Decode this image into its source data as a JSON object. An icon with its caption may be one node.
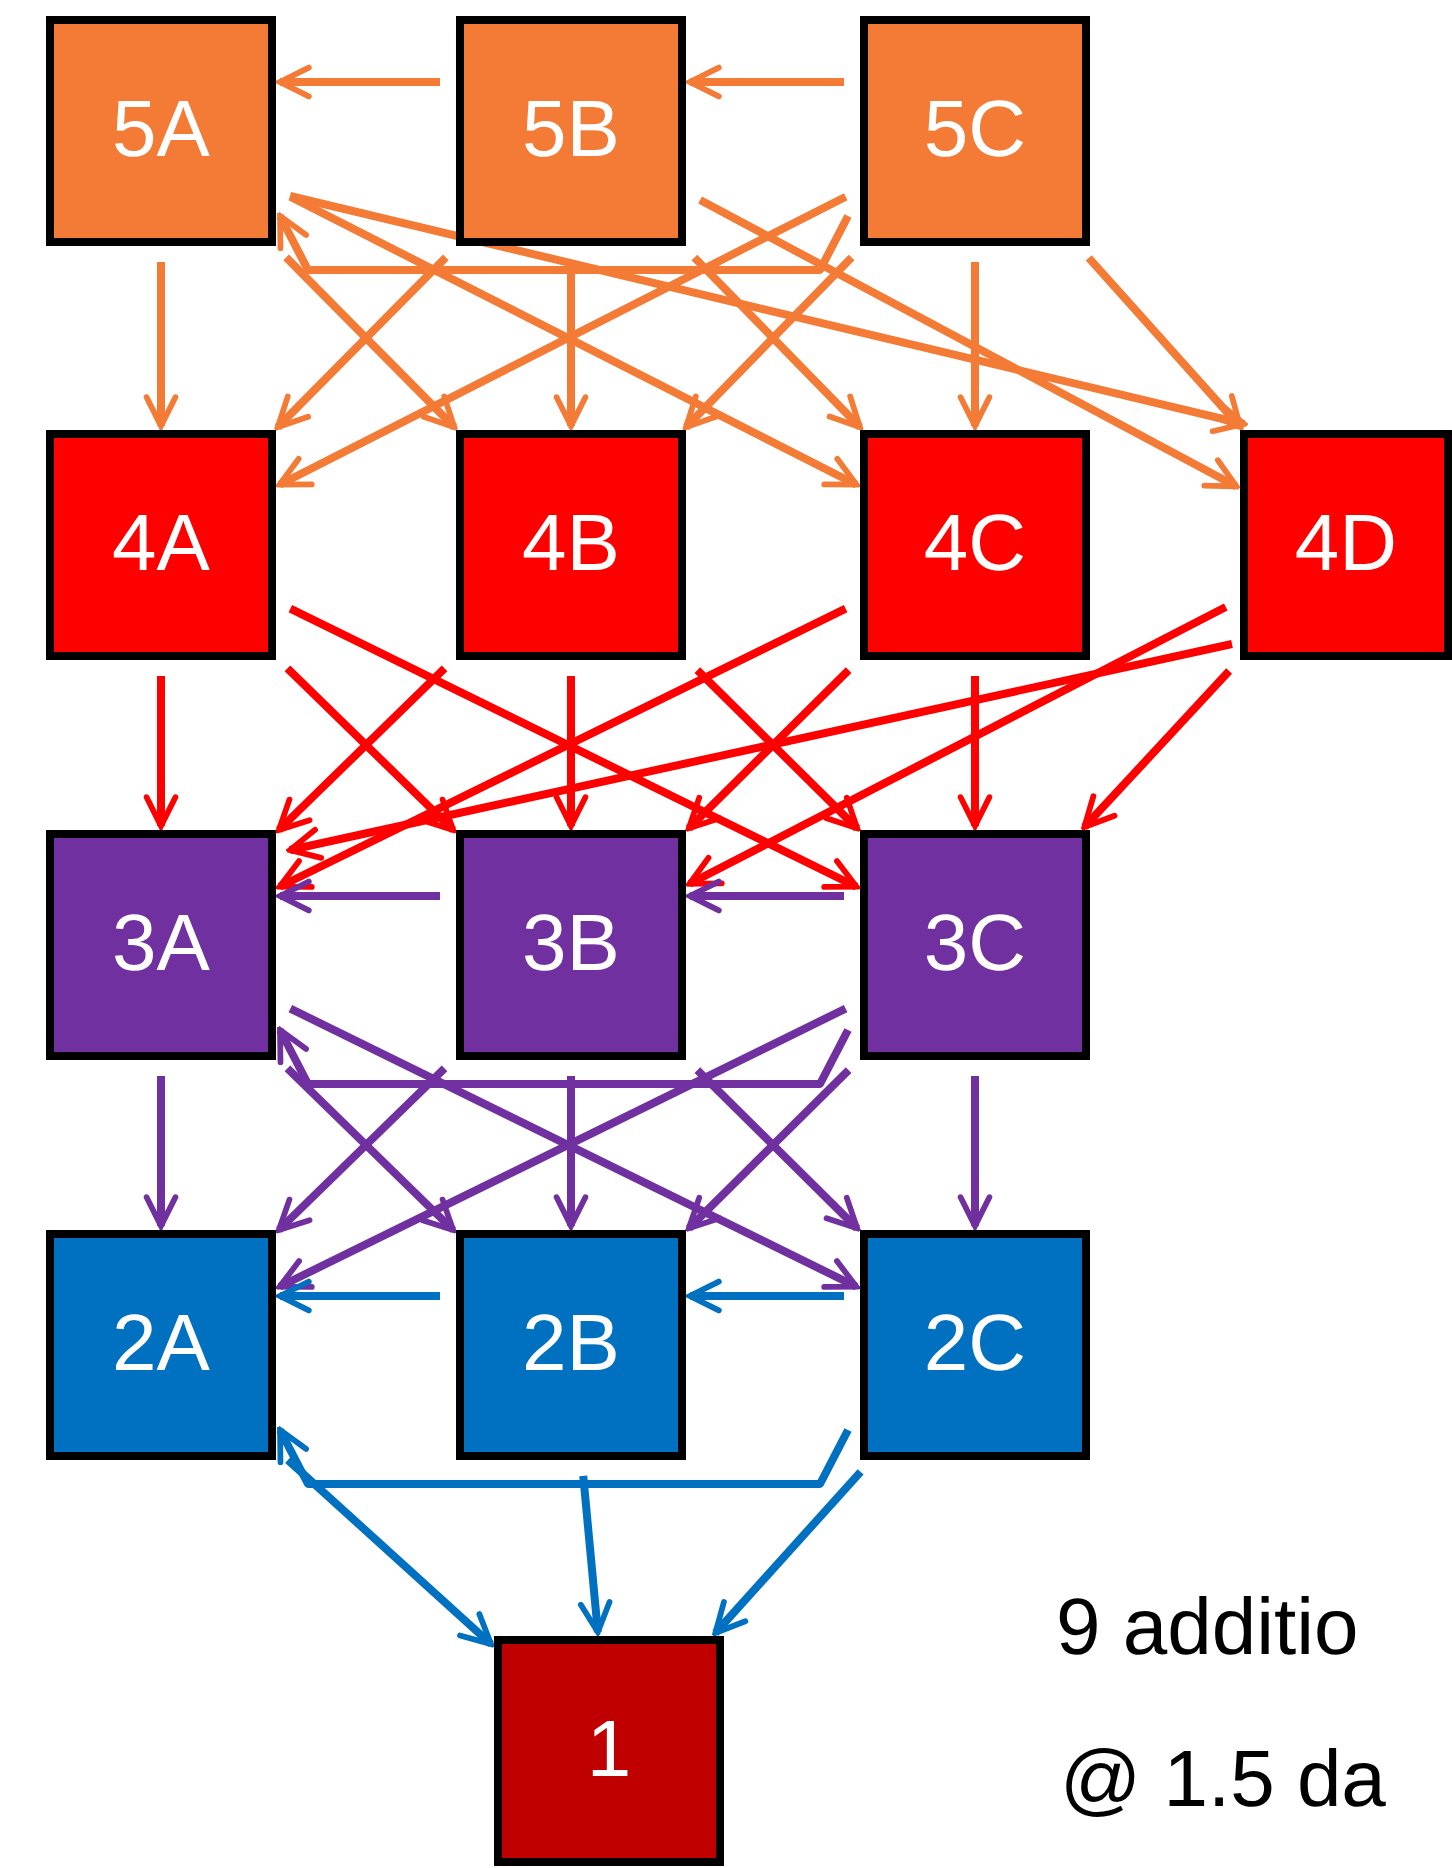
{
  "diagram": {
    "nodes": [
      {
        "text": [
          "5A"
        ]
      },
      {
        "text": [
          "5B"
        ]
      },
      {
        "text": [
          "5C"
        ]
      },
      {
        "text": [
          "4A"
        ]
      },
      {
        "text": [
          "4B"
        ]
      },
      {
        "text": [
          "4C"
        ]
      },
      {
        "text": [
          "4D"
        ]
      },
      {
        "text": [
          "3A"
        ]
      },
      {
        "text": [
          "3B"
        ]
      },
      {
        "text": [
          "3C"
        ]
      },
      {
        "text": [
          "2A"
        ]
      },
      {
        "text": [
          "2B"
        ]
      },
      {
        "text": [
          "2C"
        ]
      },
      {
        "text": [
          "1"
        ]
      }
    ],
    "edges": [
      {
        "from": 1,
        "to": 0,
        "arrow": "to"
      },
      {
        "from": 2,
        "to": 1,
        "arrow": "to"
      },
      {
        "from": 2,
        "to": 0,
        "arrow": "to"
      },
      {
        "from": 0,
        "to": 3,
        "arrow": "to"
      },
      {
        "from": 0,
        "to": 4,
        "arrow": "to"
      },
      {
        "from": 0,
        "to": 5,
        "arrow": "to"
      },
      {
        "from": 0,
        "to": 6,
        "arrow": "to"
      },
      {
        "from": 1,
        "to": 3,
        "arrow": "to"
      },
      {
        "from": 1,
        "to": 4,
        "arrow": "to"
      },
      {
        "from": 1,
        "to": 5,
        "arrow": "to"
      },
      {
        "from": 1,
        "to": 6,
        "arrow": "to"
      },
      {
        "from": 2,
        "to": 3,
        "arrow": "to"
      },
      {
        "from": 2,
        "to": 4,
        "arrow": "to"
      },
      {
        "from": 2,
        "to": 5,
        "arrow": "to"
      },
      {
        "from": 2,
        "to": 6,
        "arrow": "to"
      },
      {
        "from": 3,
        "to": 7,
        "arrow": "to",
        "color": "#ff0000"
      },
      {
        "from": 3,
        "to": 8,
        "arrow": "to",
        "color": "#ff0000"
      },
      {
        "from": 3,
        "to": 9,
        "arrow": "to",
        "color": "#ff0000"
      },
      {
        "from": 4,
        "to": 7,
        "arrow": "to",
        "color": "#ff0000"
      },
      {
        "from": 4,
        "to": 8,
        "arrow": "to",
        "color": "#ff0000"
      },
      {
        "from": 4,
        "to": 9,
        "arrow": "to",
        "color": "#ff0000"
      },
      {
        "from": 5,
        "to": 7,
        "arrow": "to",
        "color": "#ff0000"
      },
      {
        "from": 5,
        "to": 8,
        "arrow": "to",
        "color": "#ff0000"
      },
      {
        "from": 5,
        "to": 9,
        "arrow": "to",
        "color": "#ff0000"
      },
      {
        "from": 6,
        "to": 7,
        "arrow": "to",
        "color": "#ff0000"
      },
      {
        "from": 6,
        "to": 8,
        "arrow": "to",
        "color": "#ff0000"
      },
      {
        "from": 6,
        "to": 9,
        "arrow": "to",
        "color": "#ff0000"
      },
      {
        "from": 8,
        "to": 7,
        "arrow": "to",
        "color": "#7030a0"
      },
      {
        "from": 9,
        "to": 8,
        "arrow": "to",
        "color": "#7030a0"
      },
      {
        "from": 9,
        "to": 7,
        "arrow": "to",
        "color": "#7030a0"
      },
      {
        "from": 7,
        "to": 10,
        "arrow": "to",
        "color": "#7030a0"
      },
      {
        "from": 7,
        "to": 11,
        "arrow": "to",
        "color": "#7030a0"
      },
      {
        "from": 7,
        "to": 12,
        "arrow": "to",
        "color": "#7030a0"
      },
      {
        "from": 8,
        "to": 10,
        "arrow": "to",
        "color": "#7030a0"
      },
      {
        "from": 8,
        "to": 11,
        "arrow": "to",
        "color": "#7030a0"
      },
      {
        "from": 8,
        "to": 12,
        "arrow": "to",
        "color": "#7030a0"
      },
      {
        "from": 9,
        "to": 10,
        "arrow": "to",
        "color": "#7030a0"
      },
      {
        "from": 9,
        "to": 11,
        "arrow": "to",
        "color": "#7030a0"
      },
      {
        "from": 9,
        "to": 12,
        "arrow": "to",
        "color": "#7030a0"
      },
      {
        "from": 11,
        "to": 10,
        "arrow": "to",
        "color": "#0070c0"
      },
      {
        "from": 12,
        "to": 11,
        "arrow": "to",
        "color": "#0070c0"
      },
      {
        "from": 12,
        "to": 10,
        "arrow": "to",
        "color": "#0070c0"
      },
      {
        "from": 10,
        "to": 13,
        "arrow": "to",
        "color": "#0070c0"
      },
      {
        "from": 11,
        "to": 13,
        "arrow": "to",
        "color": "#0070c0"
      },
      {
        "from": 12,
        "to": 13,
        "arrow": "to",
        "color": "#0070c0"
      }
    ],
    "labels": [
      "9 additio",
      "@ 1.5 da"
    ]
  }
}
